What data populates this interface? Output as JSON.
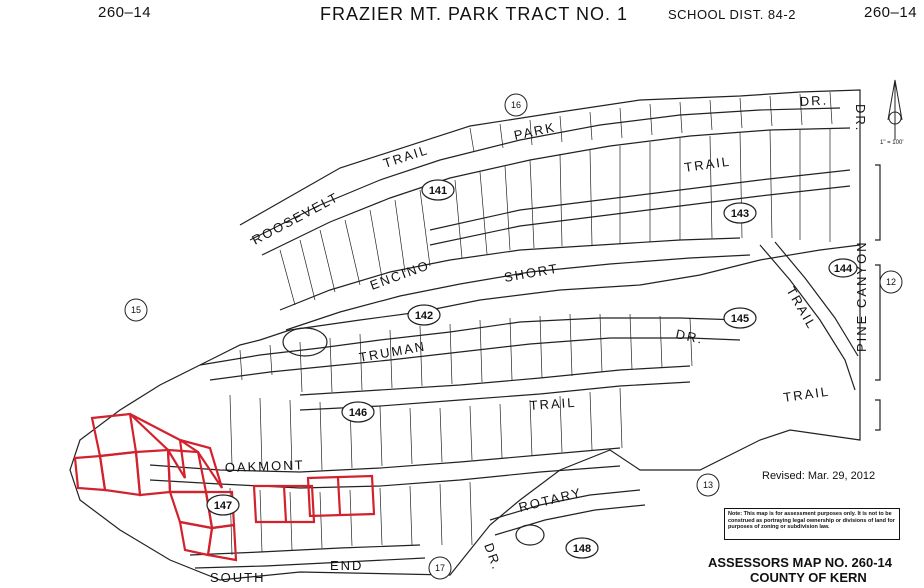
{
  "header": {
    "left_code": "260–14",
    "title": "FRAZIER MT. PARK TRACT NO. 1",
    "school_district": "SCHOOL DIST. 84-2",
    "right_code": "260–14"
  },
  "streets": {
    "roosevelt": "ROOSEVELT",
    "trail_top": "TRAIL",
    "park": "PARK",
    "dr_top": "DR.",
    "trail_right": "TRAIL",
    "encino": "ENCINO",
    "short": "SHORT",
    "truman": "TRUMAN",
    "dr_mid": "DR.",
    "trail_mid": "TRAIL",
    "trail_pine": "TRAIL",
    "pine_canyon": "PINE CANYON",
    "trail_lower_right": "TRAIL",
    "oakmont": "OAKMONT",
    "rotary": "ROTARY",
    "dr_rotary": "DR.",
    "south": "SOUTH",
    "end": "END",
    "dr_side": "DR."
  },
  "circled_numbers": [
    "15",
    "16",
    "12",
    "13",
    "17"
  ],
  "parcel_books": [
    "141",
    "142",
    "143",
    "144",
    "145",
    "146",
    "147",
    "148"
  ],
  "revised": "Revised: Mar. 29, 2012",
  "note": "Note: This map is for assessment purposes only. It is not to be construed as portraying legal ownership or divisions of land for purposes of zoning or subdivision law.",
  "scale": "1\" = 100'",
  "footer": {
    "map_no": "ASSESSORS MAP NO. 260-14",
    "county": "COUNTY OF KERN"
  },
  "highlight_color": "#d2222d"
}
